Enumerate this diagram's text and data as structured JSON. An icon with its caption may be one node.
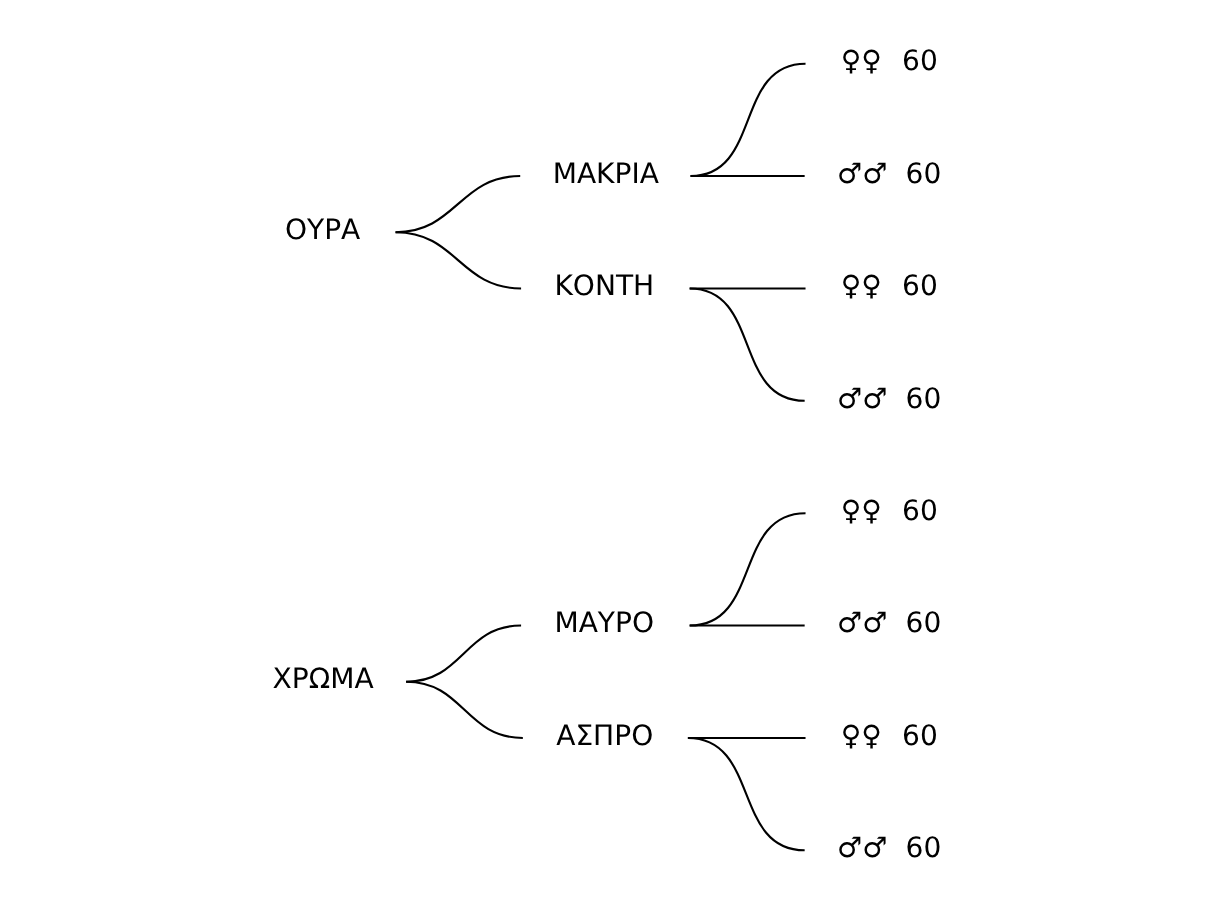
{
  "diagram": {
    "nodes": [
      {
        "text": [
          "ΧΡΩΜΑ"
        ]
      },
      {
        "text": [
          "ΜΑΥΡΟ"
        ]
      },
      {
        "text": [
          "♀♀"
        ],
        "beside": [
          "60"
        ]
      },
      {
        "text": [
          "♂♂"
        ],
        "beside": [
          "60"
        ]
      },
      {
        "text": [
          "ΑΣΠΡΟ"
        ]
      },
      {
        "text": [
          "♀♀"
        ],
        "beside": [
          "60"
        ]
      },
      {
        "text": [
          "♂♂"
        ],
        "beside": [
          "60"
        ]
      },
      {
        "text": [
          "ΟΥΡΑ"
        ]
      },
      {
        "text": [
          "ΜΑΚΡΙΑ"
        ]
      },
      {
        "text": [
          "♀♀"
        ],
        "beside": [
          "60"
        ]
      },
      {
        "text": [
          "♂♂"
        ],
        "beside": [
          "60"
        ]
      },
      {
        "text": [
          "ΚΟΝΤΗ"
        ]
      },
      {
        "text": [
          "♀♀"
        ],
        "beside": [
          "60"
        ]
      },
      {
        "text": [
          "♂♂"
        ],
        "beside": [
          "60"
        ]
      }
    ],
    "edges": [
      {
        "from": 0,
        "to": 1,
        "arrow": "none"
      },
      {
        "from": 0,
        "to": 4,
        "arrow": "none"
      },
      {
        "from": 1,
        "to": 2,
        "arrow": "none"
      },
      {
        "from": 1,
        "to": 3,
        "arrow": "none"
      },
      {
        "from": 4,
        "to": 5,
        "arrow": "none"
      },
      {
        "from": 4,
        "to": 6,
        "arrow": "none"
      },
      {
        "from": 7,
        "to": 8,
        "arrow": "none"
      },
      {
        "from": 7,
        "to": 11,
        "arrow": "none"
      },
      {
        "from": 8,
        "to": 9,
        "arrow": "none"
      },
      {
        "from": 8,
        "to": 10,
        "arrow": "none"
      },
      {
        "from": 11,
        "to": 12,
        "arrow": "none"
      },
      {
        "from": 11,
        "to": 13,
        "arrow": "none"
      }
    ]
  }
}
